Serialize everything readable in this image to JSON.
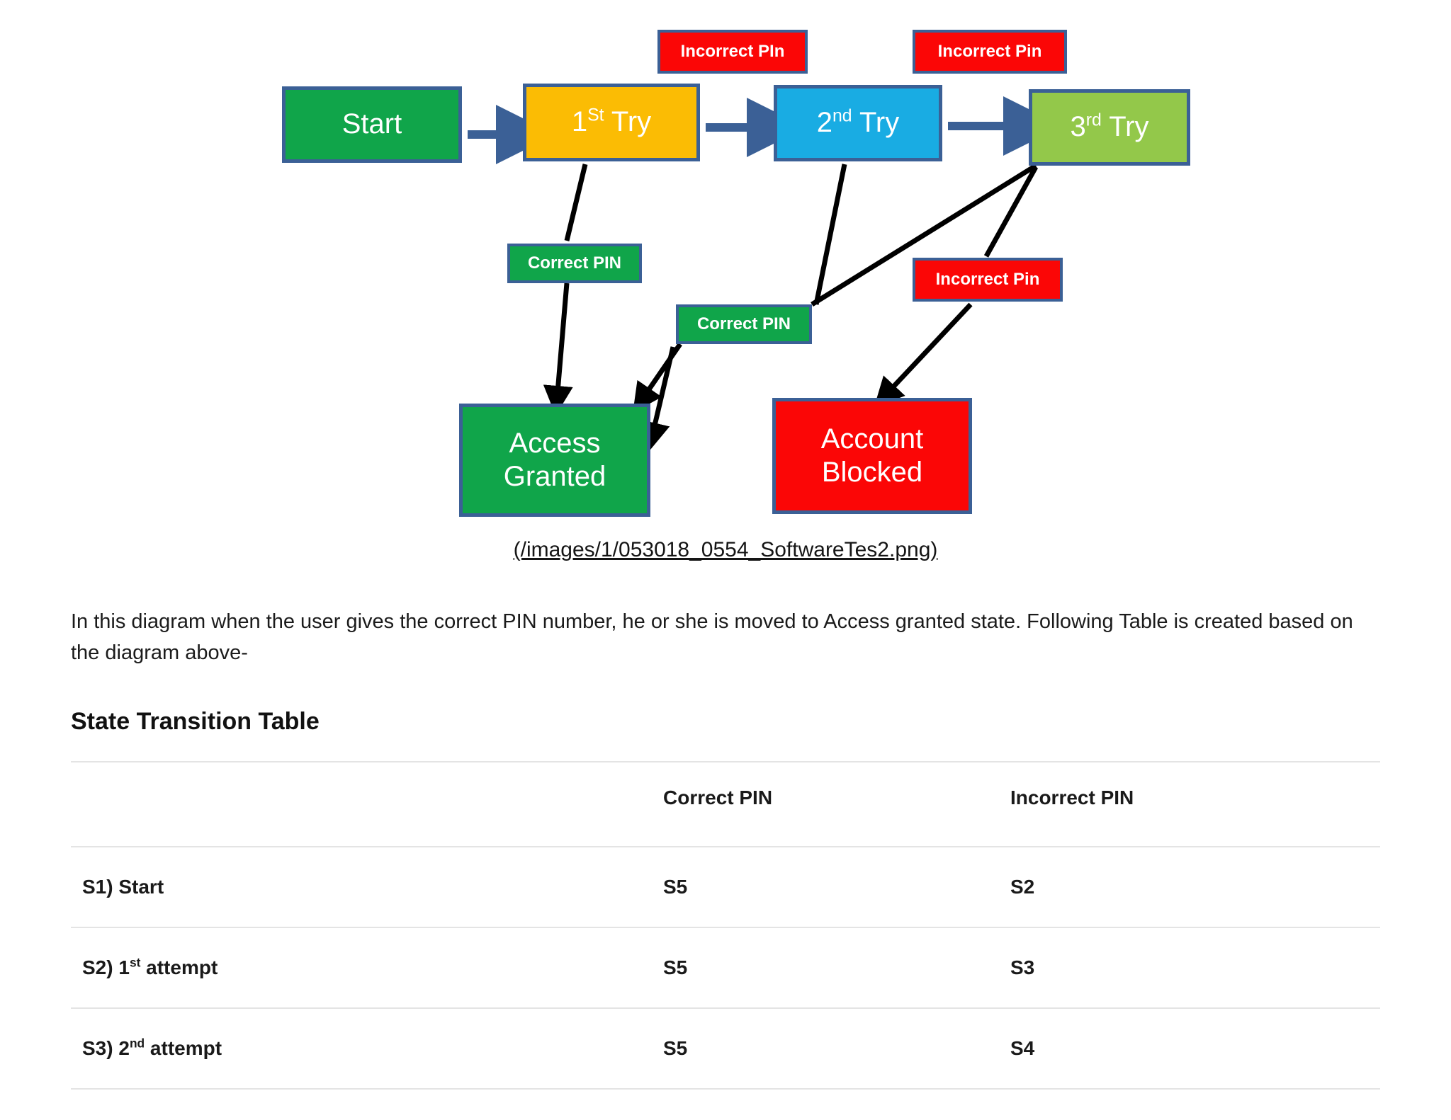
{
  "diagram": {
    "states": [
      {
        "id": "start",
        "label": "Start",
        "color": "#10a54a"
      },
      {
        "id": "try1",
        "label": "1St Try",
        "base": "1",
        "sup": "St",
        "rest": " Try",
        "color": "#fbbc04"
      },
      {
        "id": "try2",
        "label": "2nd Try",
        "base": "2",
        "sup": "nd",
        "rest": " Try",
        "color": "#19ace3"
      },
      {
        "id": "try3",
        "label": "3rd Try",
        "base": "3",
        "sup": "rd",
        "rest": " Try",
        "color": "#93c84a"
      },
      {
        "id": "granted",
        "line1": "Access",
        "line2": "Granted",
        "color": "#10a54a"
      },
      {
        "id": "blocked",
        "line1": "Account",
        "line2": "Blocked",
        "color": "#fb0606"
      }
    ],
    "edge_labels": [
      {
        "id": "inc1",
        "text": "Incorrect PIn",
        "color": "#fb0606"
      },
      {
        "id": "inc2",
        "text": "Incorrect Pin",
        "color": "#fb0606"
      },
      {
        "id": "inc3",
        "text": "Incorrect Pin",
        "color": "#fb0606"
      },
      {
        "id": "cor1",
        "text": "Correct PIN",
        "color": "#10a54a"
      },
      {
        "id": "cor2",
        "text": "Correct PIN",
        "color": "#10a54a"
      }
    ],
    "caption": "(/images/1/053018_0554_SoftwareTes2.png)",
    "border_color": "#3b6096",
    "arrow_color_flow": "#3b6096",
    "arrow_color_transition": "#000000"
  },
  "body": {
    "paragraph": "In this diagram when the user gives the correct PIN number, he or she is moved to Access granted state. Following Table is created based on the diagram above-",
    "section_title": "State Transition Table"
  },
  "table": {
    "headers": [
      "",
      "Correct PIN",
      "Incorrect PIN"
    ],
    "rows": [
      {
        "state_prefix": "S1) Start",
        "state_base": "",
        "state_sup": "",
        "state_rest": "",
        "correct": "S5",
        "incorrect": "S2"
      },
      {
        "state_prefix": "S2) 1",
        "state_base": "S2) 1",
        "state_sup": "st",
        "state_rest": " attempt",
        "correct": "S5",
        "incorrect": "S3"
      },
      {
        "state_prefix": "S3) 2",
        "state_base": "S3) 2",
        "state_sup": "nd",
        "state_rest": " attempt",
        "correct": "S5",
        "incorrect": "S4"
      }
    ]
  }
}
